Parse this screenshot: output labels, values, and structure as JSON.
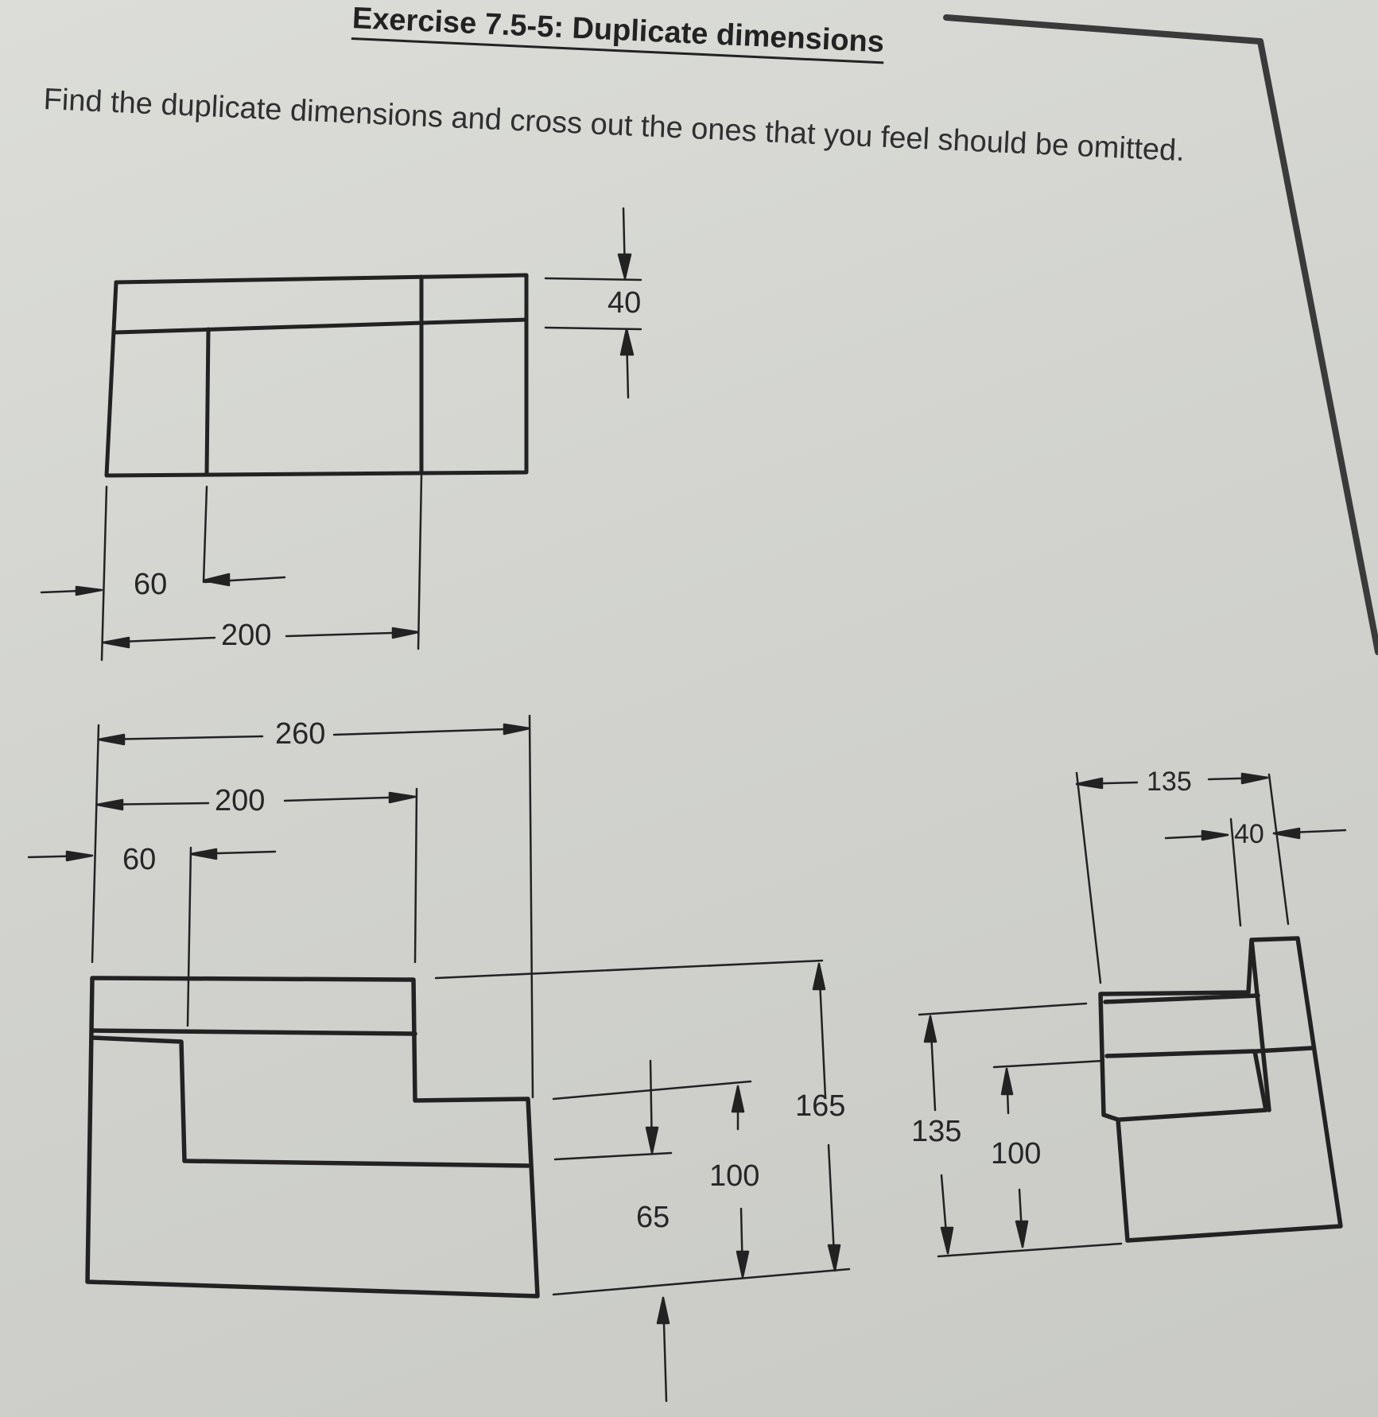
{
  "exercise": {
    "title": "Exercise 7.5-5: Duplicate dimensions",
    "instruction": "Find the duplicate dimensions and cross out the ones that you feel should be omitted."
  },
  "top_view": {
    "dim_height": "40",
    "dim_small_width": "60",
    "dim_width": "200"
  },
  "front_view": {
    "dim_overall_width": "260",
    "dim_width": "200",
    "dim_small_width": "60",
    "dim_overall_height": "165",
    "dim_mid_height": "100",
    "dim_step_height": "65"
  },
  "side_view": {
    "dim_overall_width": "135",
    "dim_top_width": "40",
    "dim_overall_height": "135",
    "dim_mid_height": "100"
  },
  "colors": {
    "paper": "#d6d7d3",
    "ink": "#222222",
    "frame": "#3a3a3a"
  }
}
